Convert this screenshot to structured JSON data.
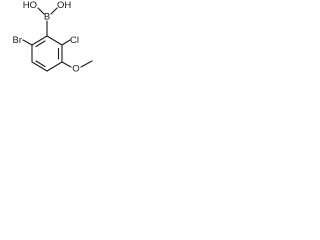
{
  "molecule": {
    "atoms": {
      "boron": "B",
      "hydroxyl_left": "HO",
      "hydroxyl_right": "OH",
      "bromine": "Br",
      "chlorine": "Cl",
      "oxygen": "O"
    },
    "colors": {
      "ink": "#1a1a1a",
      "background": "#ffffff"
    }
  }
}
